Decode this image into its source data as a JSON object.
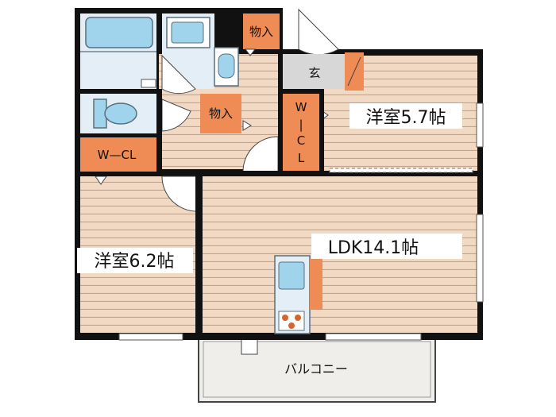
{
  "rooms": {
    "western_room_a": "洋室5.7帖",
    "western_room_b": "洋室6.2帖",
    "ldk": "LDK14.1帖",
    "entrance": "玄",
    "storage_top": "物入",
    "storage_mid": "物入",
    "wcl_side": "W—CL",
    "wic_v1": "W",
    "wic_v2": "|",
    "wic_v3": "C",
    "wic_v4": "L",
    "balcony": "バルコニー"
  },
  "colors": {
    "wall": "#111111",
    "floor": "#f2d9c4",
    "floor_line": "#cfa98a",
    "storage": "#ef8c55",
    "wet_area": "#e4eef7",
    "fixture": "#9fd4ec",
    "entrance": "#d7d7d7",
    "balcony": "#f0eeea"
  }
}
